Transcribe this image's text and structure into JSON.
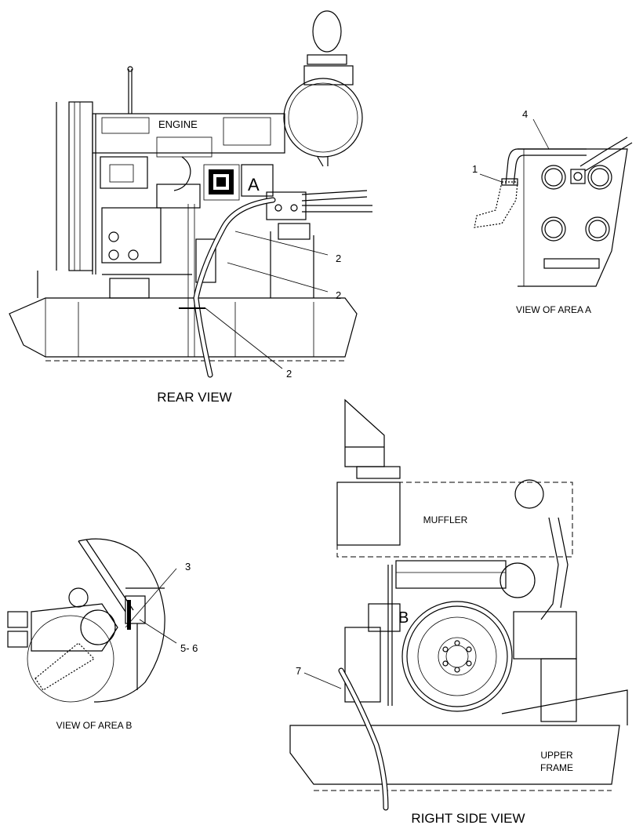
{
  "rear_view": {
    "caption": "REAR VIEW",
    "engine_label": "ENGINE",
    "area_marker": "A",
    "callouts": [
      "2",
      "2",
      "2"
    ]
  },
  "area_a": {
    "caption": "VIEW OF AREA A",
    "callouts": [
      "4",
      "1"
    ]
  },
  "area_b": {
    "caption": "VIEW OF AREA B",
    "callouts": [
      "3",
      "5- 6"
    ]
  },
  "right_side_view": {
    "caption": "RIGHT SIDE VIEW",
    "muffler_label": "MUFFLER",
    "frame_label_line1": "UPPER",
    "frame_label_line2": "FRAME",
    "area_marker": "B",
    "callouts": [
      "7"
    ]
  }
}
